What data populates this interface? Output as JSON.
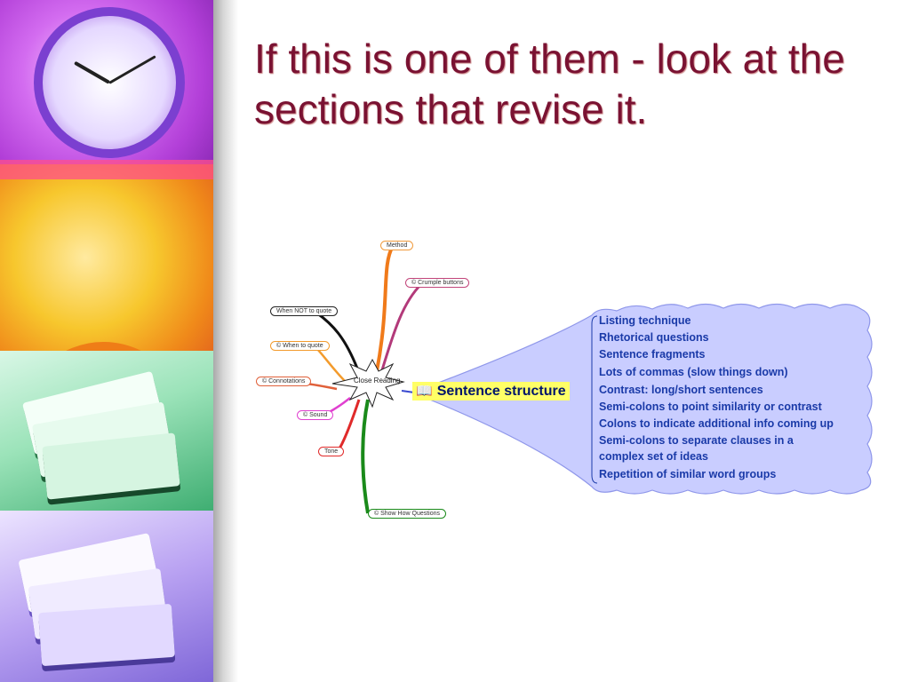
{
  "slide": {
    "title": "If this is one of them - look at the sections that revise it."
  },
  "mindmap": {
    "central": "Close Reading",
    "left_nodes": [
      {
        "label": "Method",
        "color": "#f09a3c"
      },
      {
        "label": "© Crumple buttons",
        "color": "#c2457a"
      },
      {
        "label": "When NOT to quote",
        "color": "#222222"
      },
      {
        "label": "© When to quote",
        "color": "#f39b2c"
      },
      {
        "label": "© Connotations",
        "color": "#e0603a"
      },
      {
        "label": "© Sound",
        "color": "#e040d0"
      },
      {
        "label": "Tone",
        "color": "#e02a2a"
      },
      {
        "label": "© Show How Questions",
        "color": "#1a8a1a"
      }
    ],
    "topic": {
      "label": "Sentence structure",
      "icon": "book-icon"
    },
    "sections": [
      "Listing technique",
      "Rhetorical questions",
      "Sentence fragments",
      "Lots of commas (slow things down)",
      "Contrast: long/short sentences",
      "Semi-colons to point similarity or contrast",
      "Colons to indicate additional info coming up",
      "Semi-colons to separate clauses in a",
      "complex set of ideas",
      "Repetition of similar word groups"
    ],
    "colors": {
      "cloud": "#c9cdff",
      "cloud_border": "#8f97ea",
      "topic_highlight": "#ffff66",
      "section_text": "#1a3aa8",
      "title_text": "#7a1232"
    }
  }
}
